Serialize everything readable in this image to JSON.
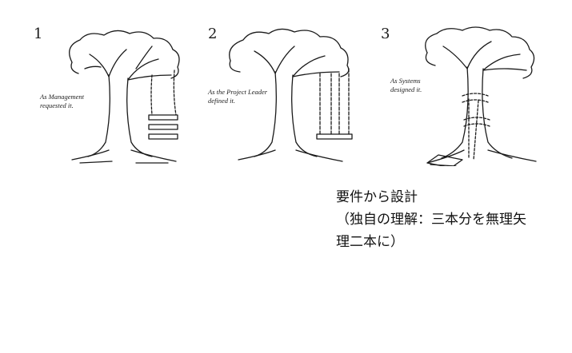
{
  "panels": [
    {
      "number": "1",
      "caption": [
        "As Management",
        "requested it."
      ]
    },
    {
      "number": "2",
      "caption": [
        "As the Project Leader",
        "defined it."
      ]
    },
    {
      "number": "3",
      "caption": [
        "As Systems",
        "designed it."
      ]
    }
  ],
  "note": {
    "line1": "要件から設計",
    "line2": "（独自の理解：三本分を無理矢",
    "line3": "理二本に）"
  },
  "colors": {
    "ink": "#1a1a1a",
    "background": "#ffffff"
  }
}
